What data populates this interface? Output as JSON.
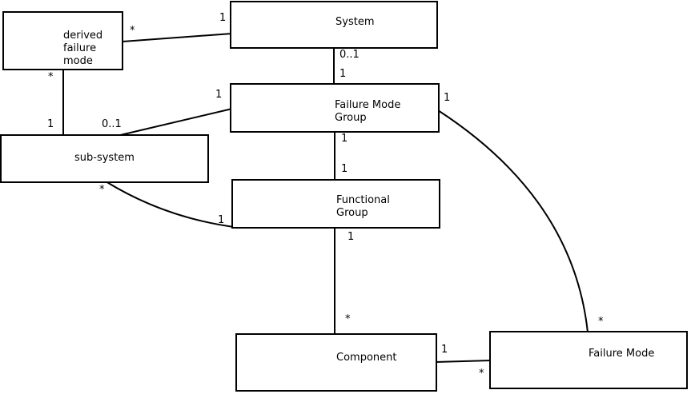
{
  "diagram": {
    "kind": "uml-association-diagram",
    "background_color": "#ffffff",
    "line_color": "#000000",
    "text_color": "#000000",
    "nodes": {
      "derived_failure_mode": {
        "lines": [
          "derived",
          "failure",
          "mode"
        ]
      },
      "system": {
        "lines": [
          "System"
        ]
      },
      "failure_mode_group": {
        "lines": [
          "Failure Mode",
          "Group"
        ]
      },
      "sub_system": {
        "lines": [
          "sub-system"
        ]
      },
      "functional_group": {
        "lines": [
          "Functional",
          "Group"
        ]
      },
      "component": {
        "lines": [
          "Component"
        ]
      },
      "failure_mode": {
        "lines": [
          "Failure Mode"
        ]
      }
    },
    "edges": [
      {
        "source": "derived failure mode",
        "target": "System",
        "source_multiplicity": "*",
        "target_multiplicity": "1"
      },
      {
        "source": "derived failure mode",
        "target": "sub-system",
        "source_multiplicity": "*",
        "target_multiplicity": "1"
      },
      {
        "source": "System",
        "target": "Failure Mode Group",
        "source_multiplicity": "0..1",
        "target_multiplicity": "1"
      },
      {
        "source": "Failure Mode Group",
        "target": "sub-system",
        "source_multiplicity": "1",
        "target_multiplicity": "0..1"
      },
      {
        "source": "Failure Mode Group",
        "target": "Functional Group",
        "source_multiplicity": "1",
        "target_multiplicity": "1"
      },
      {
        "source": "sub-system",
        "target": "Functional Group",
        "source_multiplicity": "*",
        "target_multiplicity": "1"
      },
      {
        "source": "Functional Group",
        "target": "Component",
        "source_multiplicity": "1",
        "target_multiplicity": "*"
      },
      {
        "source": "Component",
        "target": "Failure Mode",
        "source_multiplicity": "1",
        "target_multiplicity": "*"
      },
      {
        "source": "Failure Mode Group",
        "target": "Failure Mode",
        "source_multiplicity": "1",
        "target_multiplicity": "*"
      }
    ]
  }
}
